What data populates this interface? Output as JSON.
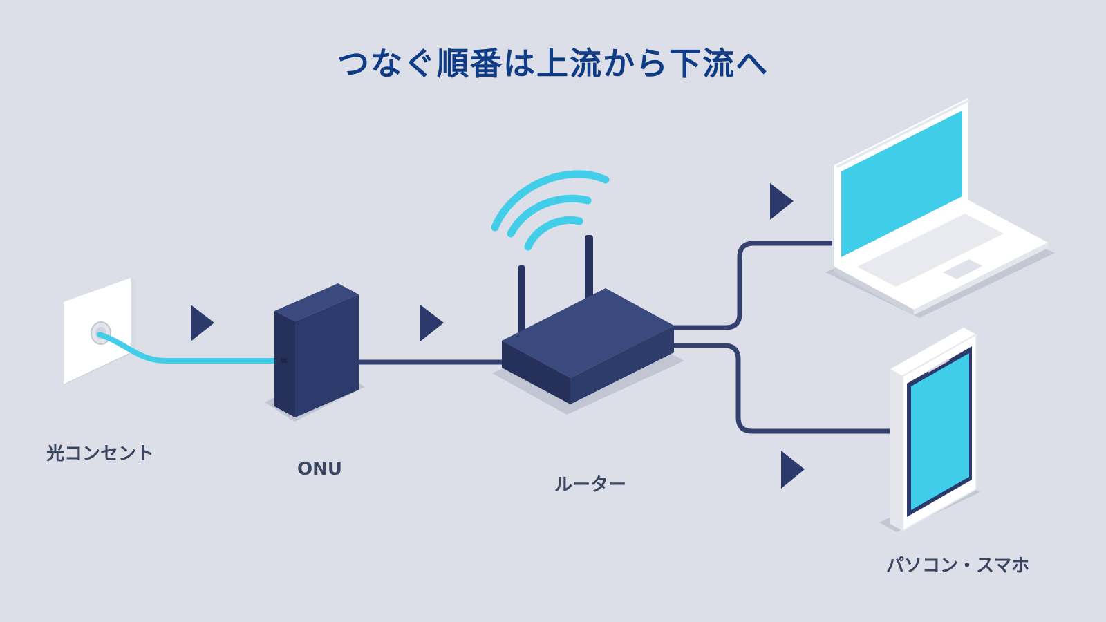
{
  "title": "つなぐ順番は上流から下流へ",
  "nodes": [
    {
      "id": "outlet",
      "label": "光コンセント",
      "icon": "fiber-outlet-icon"
    },
    {
      "id": "onu",
      "label": "ONU",
      "icon": "onu-box-icon"
    },
    {
      "id": "router",
      "label": "ルーター",
      "icon": "wifi-router-icon"
    },
    {
      "id": "devices",
      "label": "パソコン・スマホ",
      "icon": "laptop-and-phone-icon"
    }
  ],
  "colors": {
    "background": "#dcdfe8",
    "title": "#0f3c85",
    "device_dark": "#2b3a6b",
    "fiber": "#42cde9",
    "screen": "#3fcdea",
    "cable": "#34416e",
    "label": "#3a4660"
  }
}
